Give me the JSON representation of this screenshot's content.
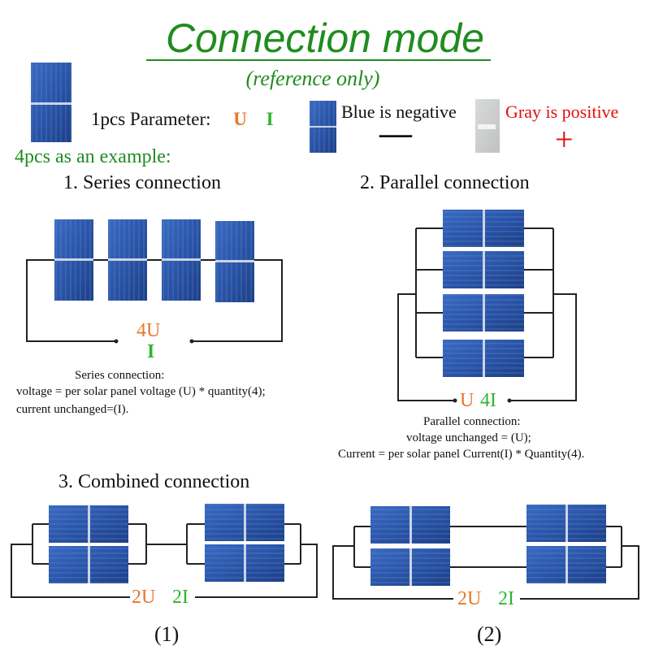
{
  "title": "Connection mode",
  "subtitle": "(reference only)",
  "parameter": {
    "label": "1pcs Parameter:",
    "u": "U",
    "i": "I"
  },
  "legend": {
    "negative": "Blue is negative",
    "negative_symbol": "—",
    "positive": "Gray is positive",
    "positive_symbol": "+"
  },
  "example_note": "4pcs as an example:",
  "series": {
    "heading": "1. Series connection",
    "voltage": "4U",
    "current": "I",
    "desc_title": "Series connection:",
    "desc_line1": "voltage = per solar panel voltage (U) * quantity(4);",
    "desc_line2": "current unchanged=(I)."
  },
  "parallel": {
    "heading": "2. Parallel connection",
    "voltage": "U",
    "current": "4I",
    "desc_title": "Parallel connection:",
    "desc_line1": "voltage unchanged = (U);",
    "desc_line2": "Current = per solar panel Current(I) * Quantity(4)."
  },
  "combined": {
    "heading": "3. Combined connection",
    "option1": {
      "voltage": "2U",
      "current": "2I",
      "caption": "(1)"
    },
    "option2": {
      "voltage": "2U",
      "current": "2I",
      "caption": "(2)"
    }
  },
  "colors": {
    "title_green": "#1f8c1f",
    "voltage_orange": "#e8762c",
    "current_green": "#2fb52f",
    "positive_red": "#e01010",
    "cell_blue": "#2a55a8",
    "cell_gray": "#cfd1d0"
  }
}
